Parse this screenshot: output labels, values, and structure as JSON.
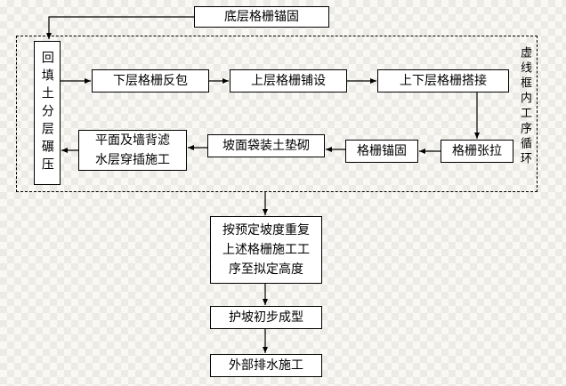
{
  "top": {
    "anchor_box": "底层格栅锚固"
  },
  "loop_frame": {
    "note_vertical": "虚线框内工序循环",
    "backfill_vertical": "回填土分层碾压",
    "steps": {
      "lower_wrap": "下层格栅反包",
      "upper_lay": "上层格栅铺设",
      "overlap": "上下层格栅搭接",
      "tension": "格栅张拉",
      "anchor": "格栅锚固",
      "bagged_soil": "坡面袋装土垫砌",
      "filter_line1": "平面及墙背滤",
      "filter_line2": "水层穿插施工"
    }
  },
  "sequence": {
    "repeat_line1": "按预定坡度重复",
    "repeat_line2": "上述格栅施工工",
    "repeat_line3": "序至拟定高度",
    "forming": "护坡初步成型",
    "drainage": "外部排水施工"
  },
  "colors": {
    "line": "#000000",
    "box_fill": "#ffffff",
    "checker_light": "#f9f8f5",
    "checker_dark": "#edebe6"
  }
}
